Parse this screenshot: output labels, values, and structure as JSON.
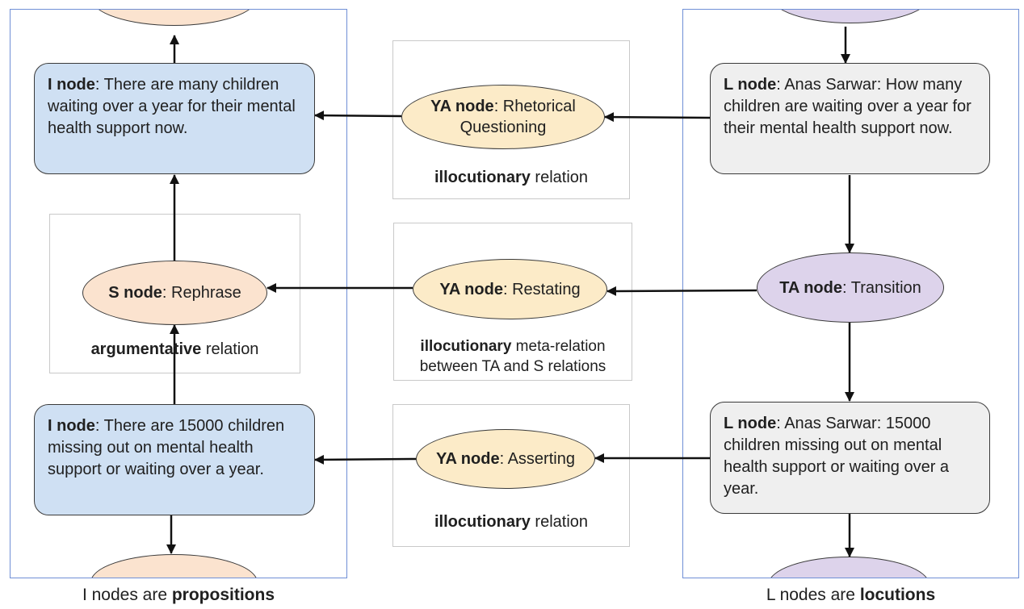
{
  "left_column": {
    "caption_prefix": "I nodes are ",
    "caption_bold": "propositions",
    "i_node_top": {
      "label": "I node",
      "text": ": There are many children waiting over a year for their mental health support now."
    },
    "s_node": {
      "label": "S node",
      "text": ": Rephrase"
    },
    "s_caption": {
      "bold": "argumentative",
      "rest": " relation"
    },
    "i_node_bottom": {
      "label": "I node",
      "text": ": There are 15000 children missing out on mental health support or waiting over a year."
    }
  },
  "middle_column": {
    "ya_top": {
      "label": "YA node",
      "text": ": Rhetorical Questioning",
      "caption_bold": "illocutionary",
      "caption_rest": " relation"
    },
    "ya_middle": {
      "label": "YA node",
      "text": ": Restating",
      "caption_bold": "illocutionary",
      "caption_rest": " meta-relation between TA and S relations"
    },
    "ya_bottom": {
      "label": "YA node",
      "text": ": Asserting",
      "caption_bold": "illocutionary",
      "caption_rest": " relation"
    }
  },
  "right_column": {
    "caption_prefix": "L nodes are ",
    "caption_bold": "locutions",
    "l_node_top": {
      "label": "L node",
      "text": ": Anas Sarwar: How many children are waiting over a year for their mental health support now."
    },
    "ta_node": {
      "label": "TA node",
      "text": ": Transition"
    },
    "l_node_bottom": {
      "label": "L node",
      "text": ": Anas Sarwar: 15000 children missing out on mental health support or waiting over a year."
    }
  },
  "colors": {
    "i_node_fill": "#cfe0f3",
    "l_node_fill": "#efefef",
    "ya_node_fill": "#fcebc8",
    "s_node_fill": "#fbe3cf",
    "ta_node_fill": "#ddd3eb",
    "column_border": "#6f8fd6",
    "edge": "#111111"
  }
}
